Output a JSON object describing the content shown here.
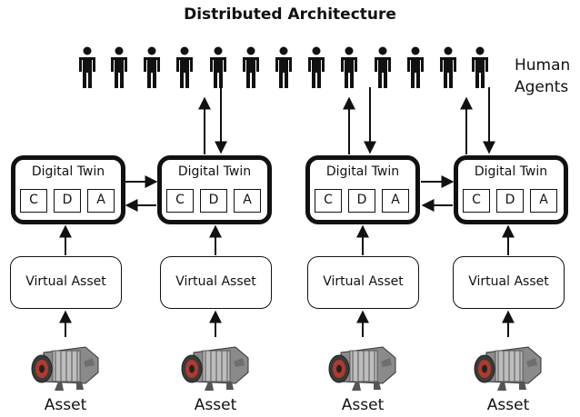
{
  "title": "Distributed Architecture",
  "human_label_line1": "Human",
  "human_label_line2": "Agents",
  "human_icon": "person-icon",
  "asset_icon": "turbine-engine-icon",
  "twins": [
    {
      "title": "Digital Twin",
      "c": "C",
      "d": "D",
      "a": "A"
    },
    {
      "title": "Digital Twin",
      "c": "C",
      "d": "D",
      "a": "A"
    },
    {
      "title": "Digital Twin",
      "c": "C",
      "d": "D",
      "a": "A"
    },
    {
      "title": "Digital Twin",
      "c": "C",
      "d": "D",
      "a": "A"
    }
  ],
  "virtual_assets": [
    {
      "label": "Virtual Asset"
    },
    {
      "label": "Virtual Asset"
    },
    {
      "label": "Virtual Asset"
    },
    {
      "label": "Virtual Asset"
    }
  ],
  "assets": [
    {
      "label": "Asset"
    },
    {
      "label": "Asset"
    },
    {
      "label": "Asset"
    },
    {
      "label": "Asset"
    }
  ],
  "colors": {
    "line": "#111111",
    "engine_body": "#8a8a8a",
    "engine_accent": "#b03a2e"
  }
}
